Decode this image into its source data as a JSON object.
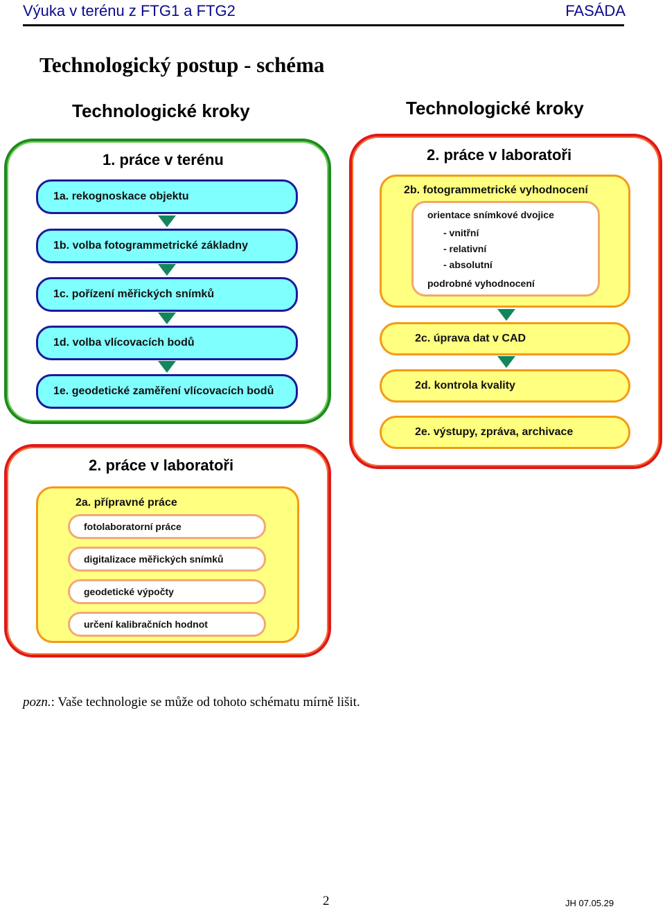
{
  "header": {
    "left": "Výuka v terénu z FTG1 a FTG2",
    "right": "FASÁDA"
  },
  "title": "Technologický postup - schéma",
  "column_titles": {
    "left": "Technologické kroky",
    "right": "Technologické kroky"
  },
  "field_panel": {
    "title": "1. práce v terénu",
    "steps": [
      "1a. rekognoskace objektu",
      "1b. volba fotogrammetrické základny",
      "1c. pořízení měřických snímků",
      "1d. volba vlícovacích bodů",
      "1e. geodetické zaměření vlícovacích bodů"
    ]
  },
  "lab_panel_right": {
    "title": "2. práce v laboratoři",
    "step_2b": {
      "label": "2b. fotogrammetrické vyhodnocení",
      "inner_heading": "orientace snímkové dvojice",
      "inner_items": [
        "- vnitřní",
        "- relativní",
        "- absolutní"
      ],
      "inner_footer": "podrobné vyhodnocení"
    },
    "steps": [
      "2c. úprava dat v CAD",
      "2d. kontrola kvality",
      "2e. výstupy, zpráva, archivace"
    ]
  },
  "lab_panel_left": {
    "title": "2. práce v laboratoři",
    "step_2a": {
      "label": "2a. přípravné  práce",
      "items": [
        "fotolaboratorní práce",
        "digitalizace měřických snímků",
        "geodetické výpočty",
        "určení kalibračních hodnot"
      ]
    }
  },
  "note": {
    "prefix": "pozn.",
    "text": ": Vaše technologie se může od tohoto schématu mírně lišit."
  },
  "footer": {
    "page": "2",
    "date": "JH 07.05.29"
  },
  "colors": {
    "blue_fill": "#80ffff",
    "blue_border": "#1a1a9a",
    "yellow_fill": "#ffff80",
    "orange_border": "#f59a16",
    "green_panel": "#1e8a1e",
    "red_panel": "#e01818",
    "arrow": "#13865c"
  }
}
